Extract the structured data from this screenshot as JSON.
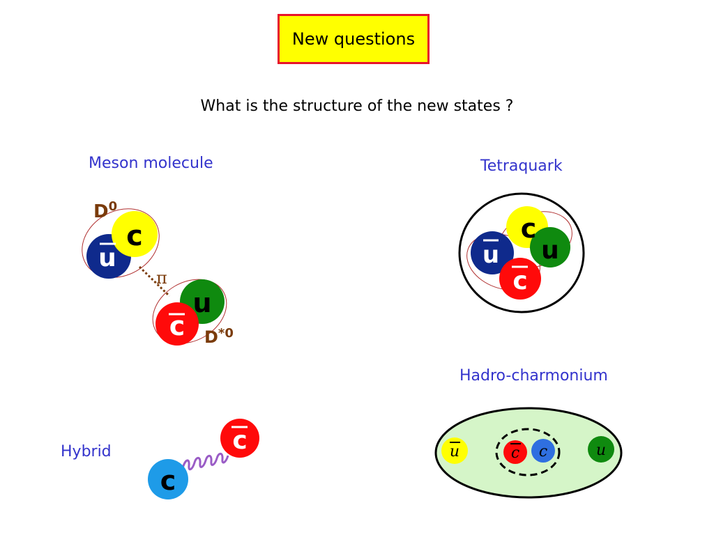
{
  "title": "New questions",
  "question": "What is the structure of the new states ?",
  "labels": {
    "meson_molecule": "Meson molecule",
    "tetraquark": "Tetraquark",
    "hadro_charmonium": "Hadro-charmonium",
    "hybrid": "Hybrid"
  },
  "meson_molecule": {
    "d0_label": "D",
    "d0_sup": "0",
    "dstar0_label": "D",
    "dstar0_sup": "*0",
    "pion_label": "π",
    "quarks": [
      "c",
      "u",
      "u",
      "c"
    ]
  },
  "tetraquark": {
    "quarks": [
      "c",
      "u",
      "u",
      "c"
    ]
  },
  "hadro_charmonium": {
    "quarks": [
      "u",
      "c",
      "c",
      "u"
    ]
  },
  "hybrid": {
    "quarks": [
      "c",
      "c"
    ]
  },
  "colors": {
    "yellow": "#ffff00",
    "navy": "#0f2a8c",
    "green": "#0f8a0f",
    "red": "#ff0a0a",
    "cyan": "#1e9be8",
    "light_green": "#d5f5c8",
    "title_border": "#e8132b",
    "label_blue": "#3333cc",
    "brown": "#7a3b0a"
  }
}
